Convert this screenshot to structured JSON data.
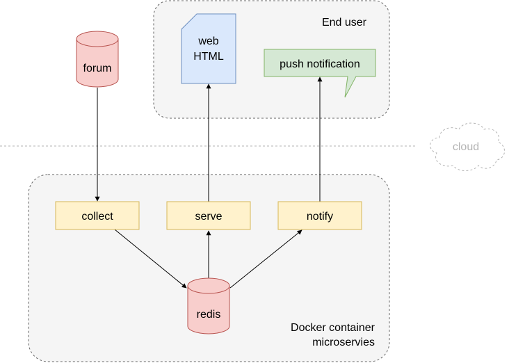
{
  "groups": {
    "end_user": {
      "label": "End user"
    },
    "docker": {
      "label_line1": "Docker container",
      "label_line2": "microservies"
    }
  },
  "nodes": {
    "forum": {
      "label": "forum"
    },
    "web_html": {
      "label_line1": "web",
      "label_line2": "HTML"
    },
    "push_notification": {
      "label": "push notification"
    },
    "cloud": {
      "label": "cloud"
    },
    "collect": {
      "label": "collect"
    },
    "serve": {
      "label": "serve"
    },
    "notify": {
      "label": "notify"
    },
    "redis": {
      "label": "redis"
    }
  },
  "edges": [
    {
      "from": "forum",
      "to": "collect"
    },
    {
      "from": "serve",
      "to": "web_html"
    },
    {
      "from": "notify",
      "to": "push_notification"
    },
    {
      "from": "collect",
      "to": "redis"
    },
    {
      "from": "redis",
      "to": "serve"
    },
    {
      "from": "redis",
      "to": "notify"
    }
  ],
  "colors": {
    "database_fill": "#f8cecc",
    "database_stroke": "#b85450",
    "document_fill": "#dae8fc",
    "document_stroke": "#6c8ebf",
    "callout_fill": "#d5e8d4",
    "callout_stroke": "#82b366",
    "process_fill": "#fff2cc",
    "process_stroke": "#d6b656",
    "group_fill": "#f5f5f5",
    "group_stroke": "#666666",
    "cloud_stroke": "#b3b3b3"
  }
}
